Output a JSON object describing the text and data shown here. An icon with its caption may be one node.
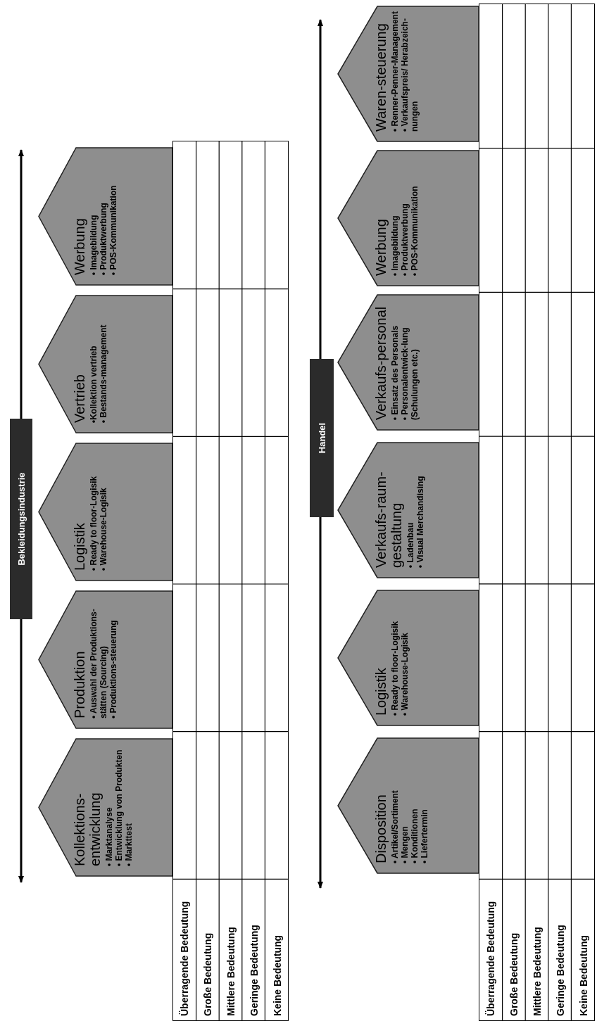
{
  "diagram": {
    "nodes": [
      {
        "text": [
          "Kollektions-entwicklung",
          "• Marktanalyse",
          "• Entwicklung von Produkten",
          "• Markttest"
        ]
      },
      {
        "text": [
          "Produktion",
          "• Auswahl der Produktions-stätten (Sourcing)",
          "• Produktions-steuerung"
        ]
      },
      {
        "text": [
          "Logistik",
          "• Ready to floor-Logisik",
          "• Warehouse-Logisik"
        ]
      },
      {
        "text": [
          "Vertrieb",
          "•Kollektion vertrieb",
          "• Bestands-management"
        ]
      },
      {
        "text": [
          "Werbung",
          "• Imagebildung",
          "• Produktwerbung",
          "• POS-Kommunikation"
        ]
      },
      {
        "text": [
          "Disposition",
          "• Artikel/Sortiment",
          "• Mengen",
          "• Konditionen",
          "• Liefertermin"
        ]
      },
      {
        "text": [
          "Logistik",
          "• Ready to floor-Logisik",
          "• Warehouse-Logisik"
        ]
      },
      {
        "text": [
          "Verkaufs-raum-gestaltung",
          "• Ladenbau",
          "• Visual Merchandising"
        ]
      },
      {
        "text": [
          "Verkaufs-personal",
          "• Einsatz des Personals",
          "• Personalentwick-lung (Schulungen etc.)"
        ]
      },
      {
        "text": [
          "Werbung",
          "• Imagebildung",
          "• Produktwerbung",
          "• POS-Kommunikation"
        ]
      },
      {
        "text": [
          "Waren-steuerung",
          "• Renner-Penner-Management",
          "• Verkaufspreis/ Herabzeich-nungen"
        ]
      }
    ],
    "edges": [],
    "labels": [
      "Bekleidungsindustrie",
      "Überragende Bedeutung",
      "Große Bedeutung",
      "Mittlere Bedeutung",
      "Geringe Bedeutung",
      "Keine Bedeutung",
      "Handel",
      "Überragende Bedeutung",
      "Große Bedeutung",
      "Mittlere Bedeutung",
      "Geringe Bedeutung",
      "Keine Bedeutung"
    ]
  }
}
